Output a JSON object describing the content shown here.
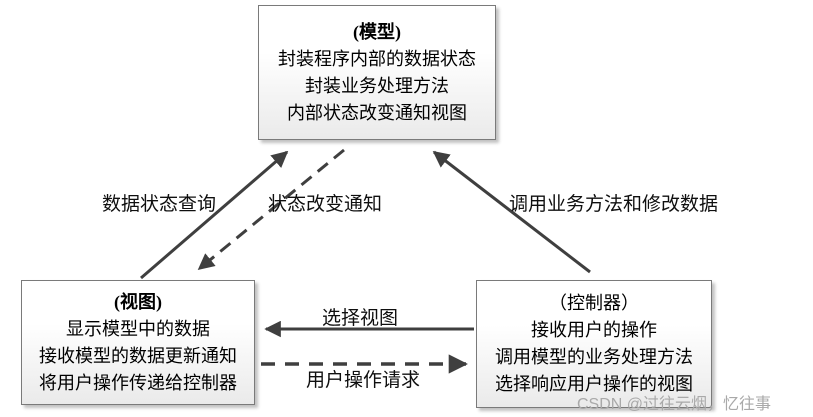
{
  "diagram": {
    "background_color": "#ffffff",
    "arrow_color": "#3f3f3f",
    "box_border_color": "#7a7a7a",
    "watermark": "CSDN @过往云烟，忆往事",
    "boxes": {
      "model": {
        "title": "(模型)",
        "lines": [
          "封装程序内部的数据状态",
          "封装业务处理方法",
          "内部状态改变通知视图"
        ]
      },
      "view": {
        "title": "(视图)",
        "lines": [
          "显示模型中的数据",
          "接收模型的数据更新通知",
          "将用户操作传递给控制器"
        ]
      },
      "controller": {
        "title": "（控制器）",
        "lines": [
          "接收用户的操作",
          "调用模型的业务处理方法",
          "选择响应用户操作的视图"
        ]
      }
    },
    "edges": {
      "view_to_model": "数据状态查询",
      "model_to_view": "状态改变通知",
      "controller_to_model": "调用业务方法和修改数据",
      "controller_to_view": "选择视图",
      "view_to_controller": "用户操作请求"
    }
  }
}
